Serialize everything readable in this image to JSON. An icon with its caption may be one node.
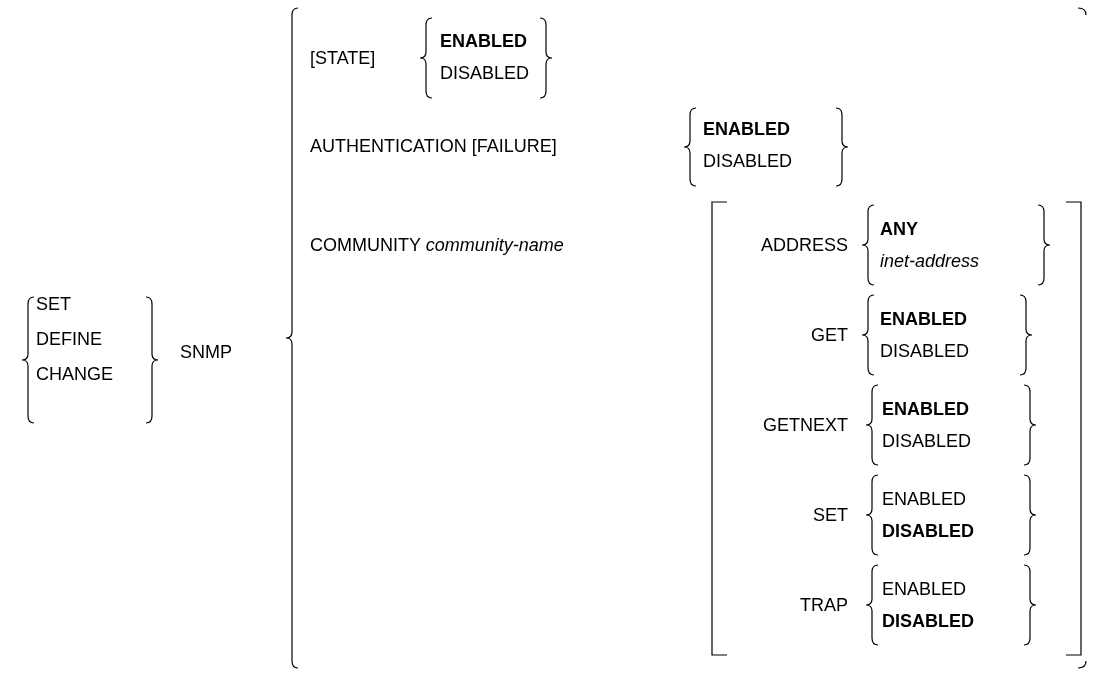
{
  "diagram": {
    "labels": [
      "[STATE]",
      "ENABLED",
      "DISABLED",
      "AUTHENTICATION [FAILURE]",
      "ENABLED",
      "DISABLED",
      "COMMUNITY *community-name*",
      "ADDRESS",
      "ANY",
      "inet-address",
      "SET",
      "DEFINE",
      "CHANGE",
      "SNMP",
      "GET",
      "ENABLED",
      "DISABLED",
      "GETNEXT",
      "ENABLED",
      "DISABLED",
      "SET",
      "ENABLED",
      "DISABLED",
      "TRAP",
      "ENABLED",
      "DISABLED"
    ]
  }
}
